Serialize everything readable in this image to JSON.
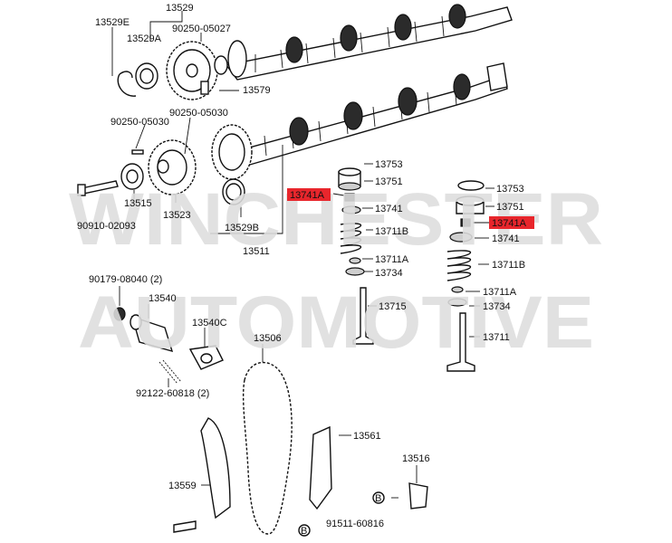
{
  "watermark": {
    "line1": "WINCHESTER",
    "line2": "AUTOMOTIVE",
    "color": "#dedede"
  },
  "highlight_color": "#e8262c",
  "labels": {
    "p13529E": "13529E",
    "p13529": "13529",
    "p13529A": "13529A",
    "p90250_05027": "90250-05027",
    "p13579": "13579",
    "p90250_05030": "90250-05030",
    "p90250_05030b": "90250-05030",
    "p13515": "13515",
    "p90910_02093": "90910-02093",
    "p13523": "13523",
    "p13529B": "13529B",
    "p13511": "13511",
    "p13753_a": "13753",
    "p13751_a": "13751",
    "p13741A_a": "13741A",
    "p13741_a": "13741",
    "p13711B_a": "13711B",
    "p13711A_a": "13711A",
    "p13734_a": "13734",
    "p13715": "13715",
    "p13753_b": "13753",
    "p13751_b": "13751",
    "p13741A_b": "13741A",
    "p13741_b": "13741",
    "p13711B_b": "13711B",
    "p13711A_b": "13711A",
    "p13734_b": "13734",
    "p13711": "13711",
    "p90179_08040": "90179-08040 (2)",
    "p13540": "13540",
    "p13540C": "13540C",
    "p13506": "13506",
    "p92122_60818": "92122-60818 (2)",
    "p13561": "13561",
    "p13559": "13559",
    "p13516": "13516",
    "p91511_60816": "91511-60816",
    "circleB_1": "B",
    "circleB_2": "B"
  }
}
